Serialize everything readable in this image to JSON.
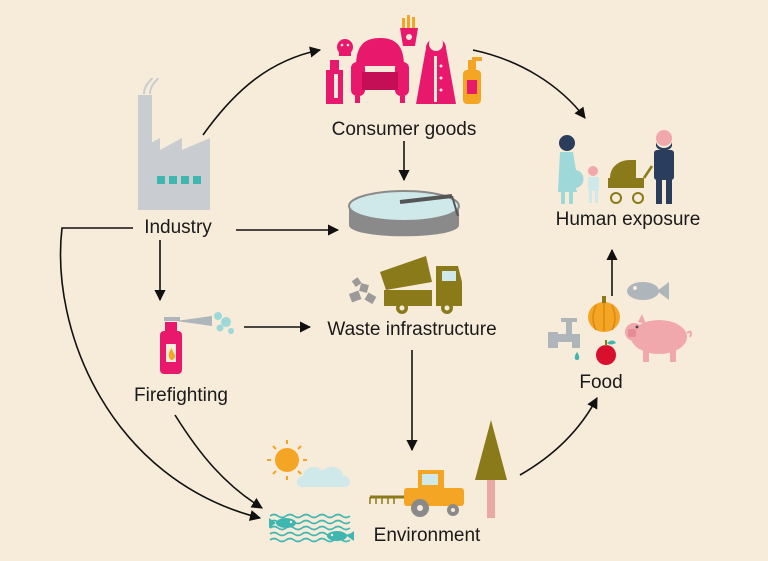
{
  "nodes": {
    "consumer_goods": "Consumer goods",
    "industry": "Industry",
    "waste_infrastructure": "Waste infrastructure",
    "firefighting": "Firefighting",
    "environment": "Environment",
    "food": "Food",
    "human_exposure": "Human exposure"
  },
  "colors": {
    "background": "#f7ebd9",
    "arrow": "#111111",
    "consumer_goods_icons": "#e8196d",
    "industry_icon": "#c9ccd0",
    "industry_windows": "#3fb6b0",
    "waste_truck": "#8b7a1a",
    "rubble": "#9a9a9a",
    "extinguisher": "#e8196d",
    "foam": "#9fd8d8",
    "sun": "#f5a524",
    "cloud": "#cfe8ea",
    "tractor": "#f5a524",
    "water_waves": "#3fb6b0",
    "fish": "#3fb6b0",
    "tree": "#8b7a1a",
    "tree_trunk": "#e9a9a3",
    "pig": "#f1a8ad",
    "fish_food": "#aeb5bb",
    "pumpkin": "#f5a524",
    "apple": "#d8102e",
    "tap": "#aeb5bb",
    "people": "#2b3d5c"
  },
  "flows": [
    "industry -> consumer_goods",
    "consumer_goods -> human_exposure",
    "consumer_goods -> waste_infrastructure",
    "industry -> waste_infrastructure",
    "industry -> firefighting",
    "industry -> environment",
    "firefighting -> waste_infrastructure",
    "firefighting -> environment",
    "waste_infrastructure -> environment",
    "environment -> food",
    "food -> human_exposure"
  ]
}
